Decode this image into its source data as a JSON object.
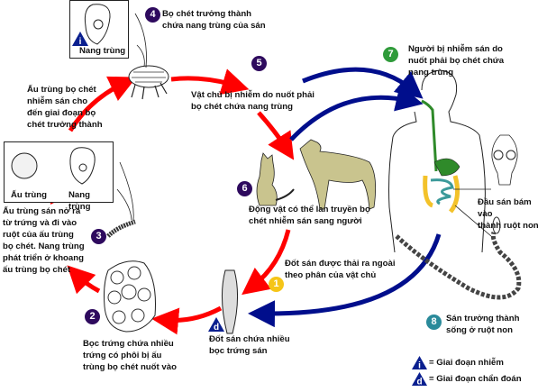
{
  "colors": {
    "arrow_red": "#ff0000",
    "arrow_blue": "#000e8c",
    "step_purple": "#2e0a5e",
    "step_green": "#2f9b3a",
    "step_yellow": "#f5c518",
    "step_teal": "#2a8a9a",
    "animal": "#c9c48e",
    "gut_green": "#2f8a2a",
    "colon_yellow": "#f3c22a",
    "intestine_teal": "#3c9a9a",
    "triangle_blue": "#0a1f8f"
  },
  "steps": [
    {
      "n": "1",
      "text": [
        "Đốt sán được thải ra ngoài",
        "theo phân của vật chủ"
      ]
    },
    {
      "n": "2",
      "text": [
        "Bọc trứng chứa nhiều",
        "trứng có phôi bị ấu",
        "trùng bọ chét nuốt vào"
      ]
    },
    {
      "n": "3",
      "text": [
        "Ấu trùng sán nở ra",
        "từ trứng và đi vào",
        "ruột của ấu trùng",
        "bọ chét. Nang trùng",
        "phát triển ở khoang",
        "ấu trùng bọ chét"
      ]
    },
    {
      "n": "4",
      "text": [
        "Bọ chét trưởng thành",
        "chứa nang trùng của sán"
      ]
    },
    {
      "n": "5",
      "text": [
        "Vật chủ bị nhiễm do nuốt phải",
        "bọ chét chứa nang trùng"
      ]
    },
    {
      "n": "6",
      "text": [
        "Động vật có thể lan truyền bọ",
        "chét nhiễm sán sang người"
      ]
    },
    {
      "n": "7",
      "text": [
        "Người bị nhiễm sán do",
        "nuốt phải bọ chét chứa",
        "nang trùng"
      ]
    },
    {
      "n": "8",
      "text": [
        "Sán trưởng thành",
        "sống ở ruột non"
      ]
    }
  ],
  "flea_larva_stage": [
    "Ấu trùng bọ chét",
    "nhiễm sán cho",
    "đến giai đoạn bọ",
    "chét trưởng thành"
  ],
  "boxes": {
    "top_box_caption": "Nang trùng",
    "left_box_caption_1": "Ấu trùng",
    "left_box_caption_2": "Nang trùng"
  },
  "scolex_label": [
    "Đầu sán bám vào",
    "thành ruột non"
  ],
  "proglottid_label": [
    "Đốt sán chứa nhiều",
    "bọc trứng sán"
  ],
  "badges": {
    "infective": "i",
    "diagnostic": "d"
  },
  "legend": [
    {
      "badge": "i",
      "text": "= Giai đoạn nhiễm"
    },
    {
      "badge": "d",
      "text": "= Giai đoạn chẩn đoán"
    }
  ]
}
